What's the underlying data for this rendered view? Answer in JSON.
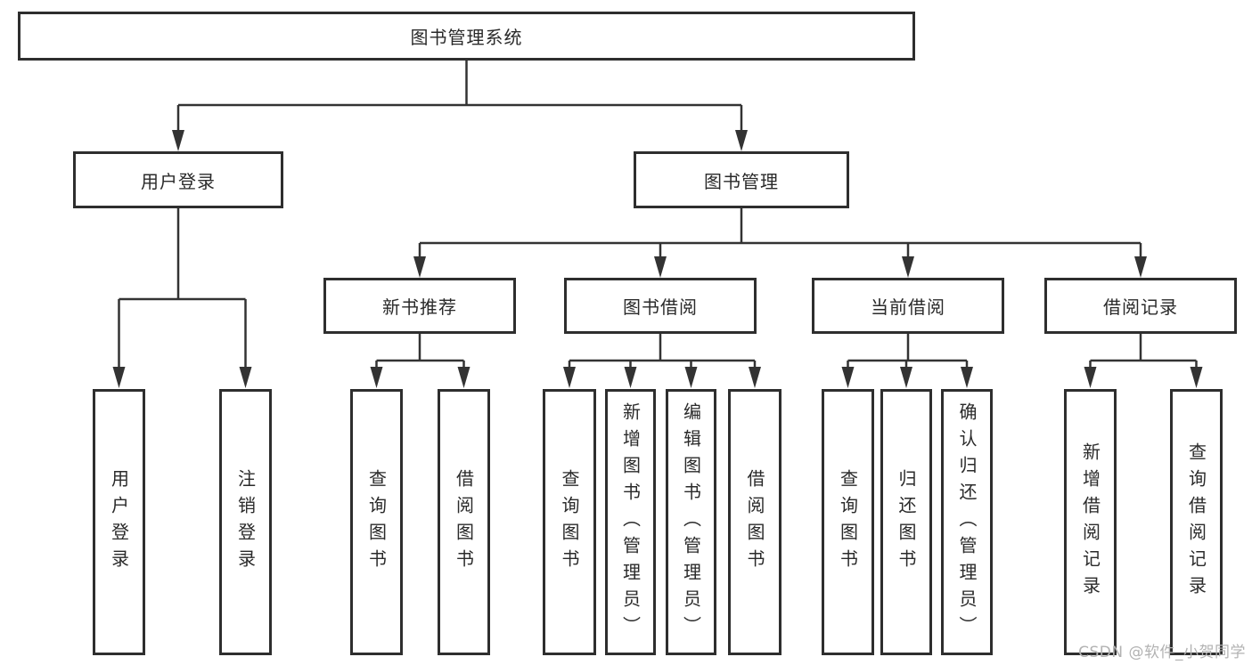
{
  "colors": {
    "line": "#333333",
    "box_border": "#2e2e2e",
    "text": "#2a2a2a",
    "watermark": "#b2b2b2",
    "background": "#ffffff"
  },
  "root": {
    "label": "图书管理系统"
  },
  "branches": [
    {
      "label": "用户登录"
    },
    {
      "label": "图书管理"
    }
  ],
  "login_children": [
    "用户登录",
    "注销登录"
  ],
  "sections": [
    {
      "label": "新书推荐",
      "children": [
        "查询图书",
        "借阅图书"
      ]
    },
    {
      "label": "图书借阅",
      "children": [
        "查询图书",
        "新增图书（管理员）",
        "编辑图书（管理员）",
        "借阅图书"
      ]
    },
    {
      "label": "当前借阅",
      "children": [
        "查询图书",
        "归还图书",
        "确认归还（管理员）"
      ]
    },
    {
      "label": "借阅记录",
      "children": [
        "新增借阅记录",
        "查询借阅记录"
      ]
    }
  ],
  "watermark": {
    "text": "CSDN @软件_小贺同学"
  }
}
